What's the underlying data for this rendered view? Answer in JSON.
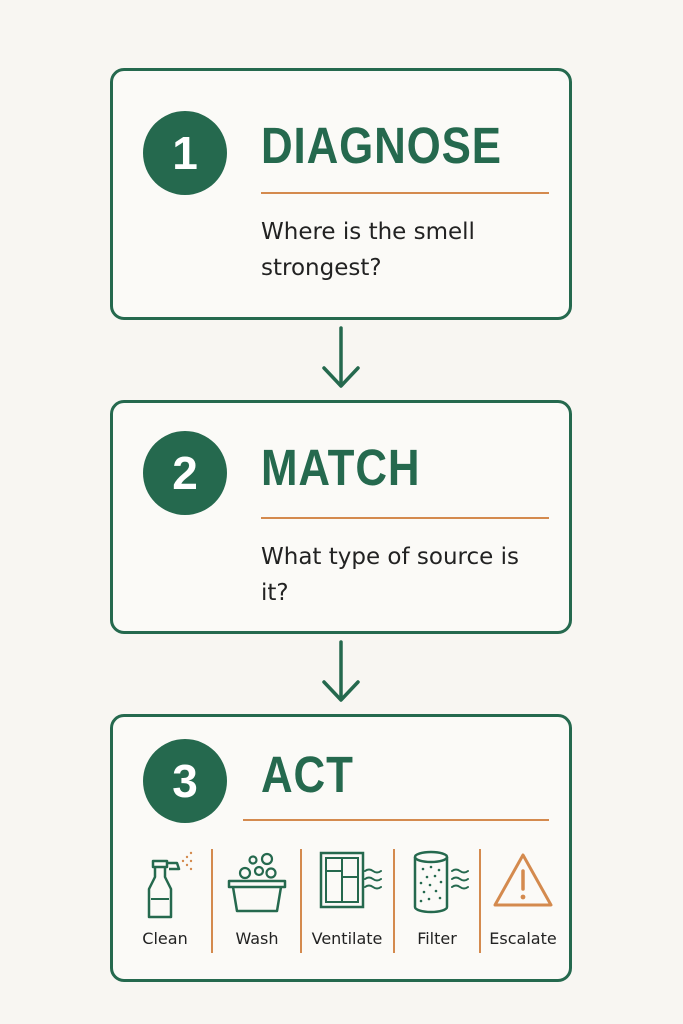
{
  "steps": [
    {
      "number": "1",
      "title": "DIAGNOSE",
      "question": "Where is the smell strongest?"
    },
    {
      "number": "2",
      "title": "MATCH",
      "question": "What type of source is it?"
    },
    {
      "number": "3",
      "title": "ACT"
    }
  ],
  "actions": [
    {
      "label": "Clean",
      "icon": "spray-bottle-icon"
    },
    {
      "label": "Wash",
      "icon": "wash-basin-icon"
    },
    {
      "label": "Ventilate",
      "icon": "window-icon"
    },
    {
      "label": "Filter",
      "icon": "air-filter-icon"
    },
    {
      "label": "Escalate",
      "icon": "warning-icon"
    }
  ],
  "colors": {
    "primary": "#25694e",
    "accent": "#d48a4e",
    "background": "#f8f6f2",
    "text": "#222222"
  }
}
